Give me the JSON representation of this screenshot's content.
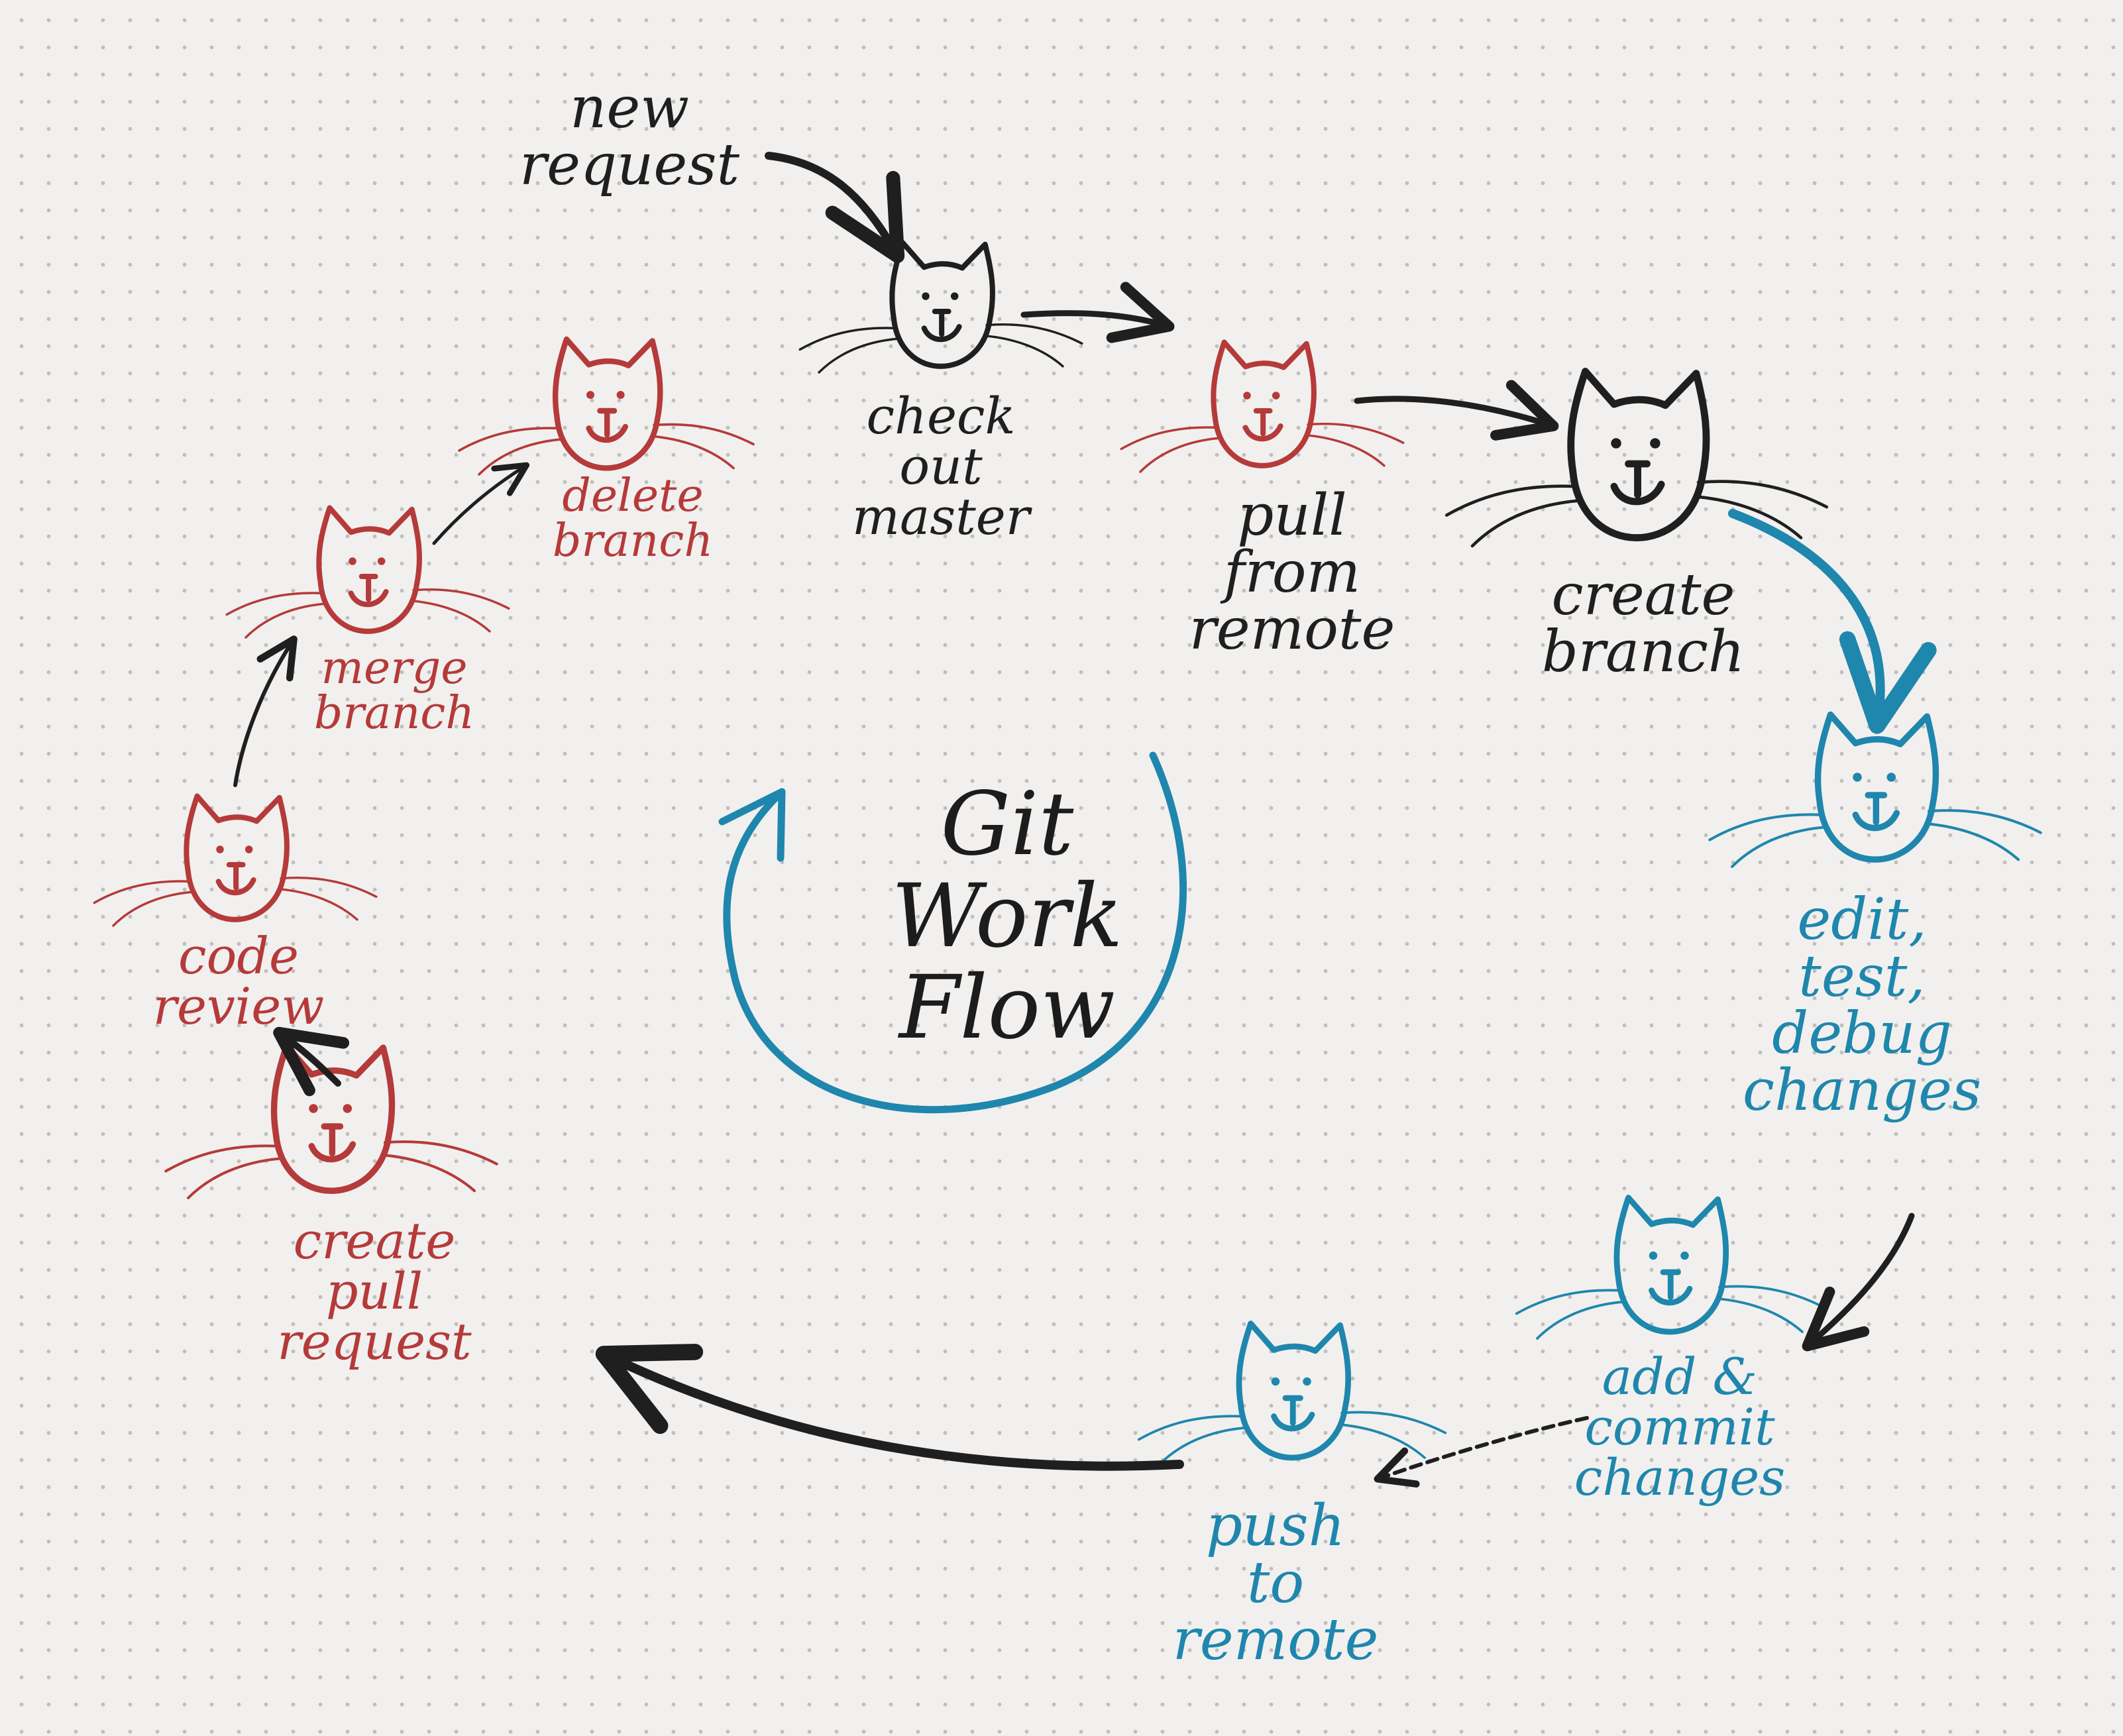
{
  "title": [
    "Git",
    "Work",
    "Flow"
  ],
  "colors": {
    "black_ink": "#1f1f1f",
    "red_ink": "#b53a3a",
    "blue_ink": "#1f86ad",
    "paper": "#f1f0ee",
    "dot_grid": "#bfbfbd"
  },
  "nodes": [
    {
      "id": "new-request",
      "lines": [
        "new",
        "request"
      ],
      "ink": "black",
      "icon": "none"
    },
    {
      "id": "check-out-master",
      "lines": [
        "check",
        "out",
        "master"
      ],
      "ink": "black",
      "icon": "cat-face-icon"
    },
    {
      "id": "pull-from-remote",
      "lines": [
        "pull",
        "from",
        "remote"
      ],
      "ink": "red",
      "icon": "cat-face-icon"
    },
    {
      "id": "create-branch",
      "lines": [
        "create",
        "branch"
      ],
      "ink": "black",
      "icon": "cat-face-icon"
    },
    {
      "id": "edit-test-debug",
      "lines": [
        "edit,",
        "test,",
        "debug",
        "changes"
      ],
      "ink": "blue",
      "icon": "cat-face-icon"
    },
    {
      "id": "add-commit",
      "lines": [
        "add &",
        "commit",
        "changes"
      ],
      "ink": "blue",
      "icon": "cat-face-icon"
    },
    {
      "id": "push-to-remote",
      "lines": [
        "push",
        "to",
        "remote"
      ],
      "ink": "blue",
      "icon": "cat-face-icon"
    },
    {
      "id": "create-pull-request",
      "lines": [
        "create",
        "pull",
        "request"
      ],
      "ink": "red",
      "icon": "cat-face-icon"
    },
    {
      "id": "code-review",
      "lines": [
        "code",
        "review"
      ],
      "ink": "red",
      "icon": "cat-face-icon"
    },
    {
      "id": "merge-branch",
      "lines": [
        "merge",
        "branch"
      ],
      "ink": "red",
      "icon": "cat-face-icon"
    },
    {
      "id": "delete-branch",
      "lines": [
        "delete",
        "branch"
      ],
      "ink": "red",
      "icon": "cat-face-icon"
    }
  ],
  "edges": [
    {
      "from": "new-request",
      "to": "check-out-master",
      "ink": "black"
    },
    {
      "from": "check-out-master",
      "to": "pull-from-remote",
      "ink": "black"
    },
    {
      "from": "pull-from-remote",
      "to": "create-branch",
      "ink": "black"
    },
    {
      "from": "create-branch",
      "to": "edit-test-debug",
      "ink": "blue"
    },
    {
      "from": "edit-test-debug",
      "to": "add-commit",
      "ink": "black"
    },
    {
      "from": "add-commit",
      "to": "push-to-remote",
      "ink": "black"
    },
    {
      "from": "push-to-remote",
      "to": "create-pull-request",
      "ink": "black"
    },
    {
      "from": "create-pull-request",
      "to": "code-review",
      "ink": "black"
    },
    {
      "from": "code-review",
      "to": "merge-branch",
      "ink": "black"
    },
    {
      "from": "merge-branch",
      "to": "delete-branch",
      "ink": "black"
    }
  ],
  "center_cycle": {
    "icon": "cycle-arrow-icon",
    "ink": "blue"
  }
}
